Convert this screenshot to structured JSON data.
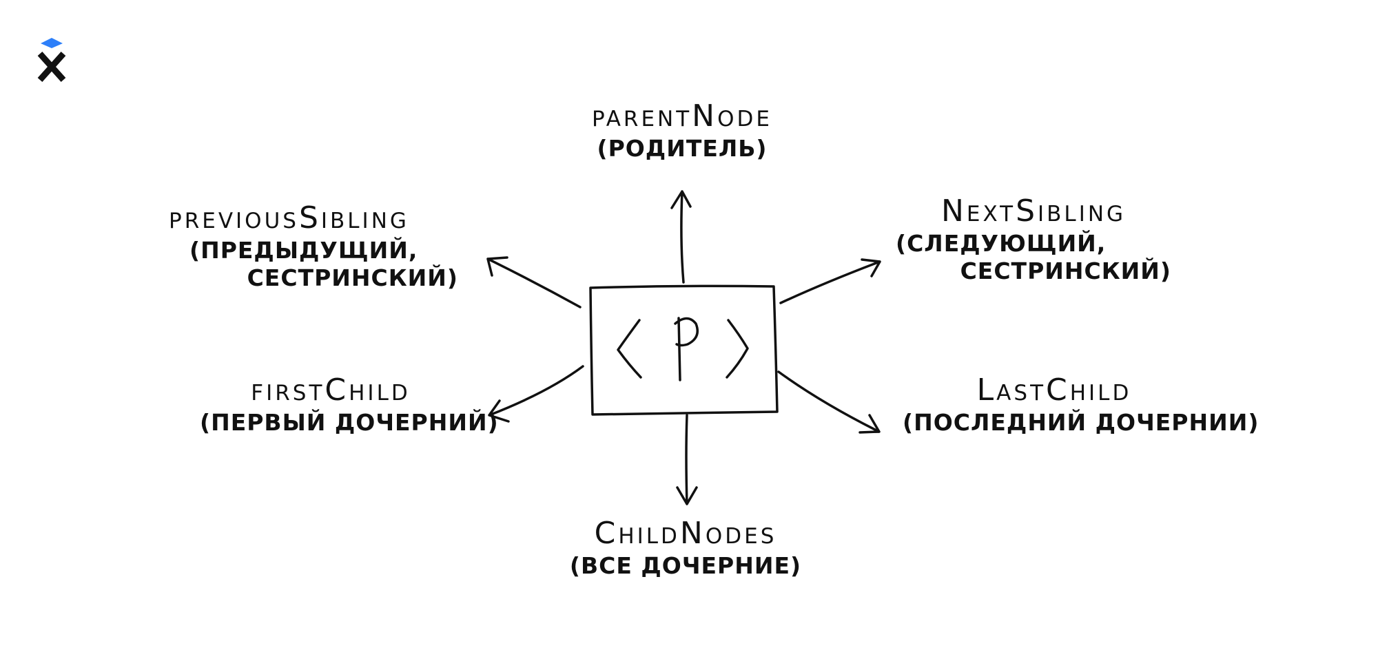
{
  "center": {
    "label": "< p >"
  },
  "nodes": {
    "parent": {
      "name": "parentNode",
      "sub": "(родитель)"
    },
    "previous": {
      "name": "previousSibling",
      "sub": "(предыдущий,",
      "sub2": "сестринский)"
    },
    "next": {
      "name": "NextSibling",
      "sub": "(следующий,",
      "sub2": "сестринский)"
    },
    "first": {
      "name": "firstChild",
      "sub": "(первый дочерний)"
    },
    "last": {
      "name": "LastChild",
      "sub": "(последний дочернии)"
    },
    "children": {
      "name": "ChildNodes",
      "sub": "(все дочерние)"
    }
  },
  "colors": {
    "ink": "#111111",
    "logo_accent": "#2d7ff9",
    "logo_mark": "#111111"
  },
  "icons": {
    "logo": "hexlet-logo-icon"
  }
}
